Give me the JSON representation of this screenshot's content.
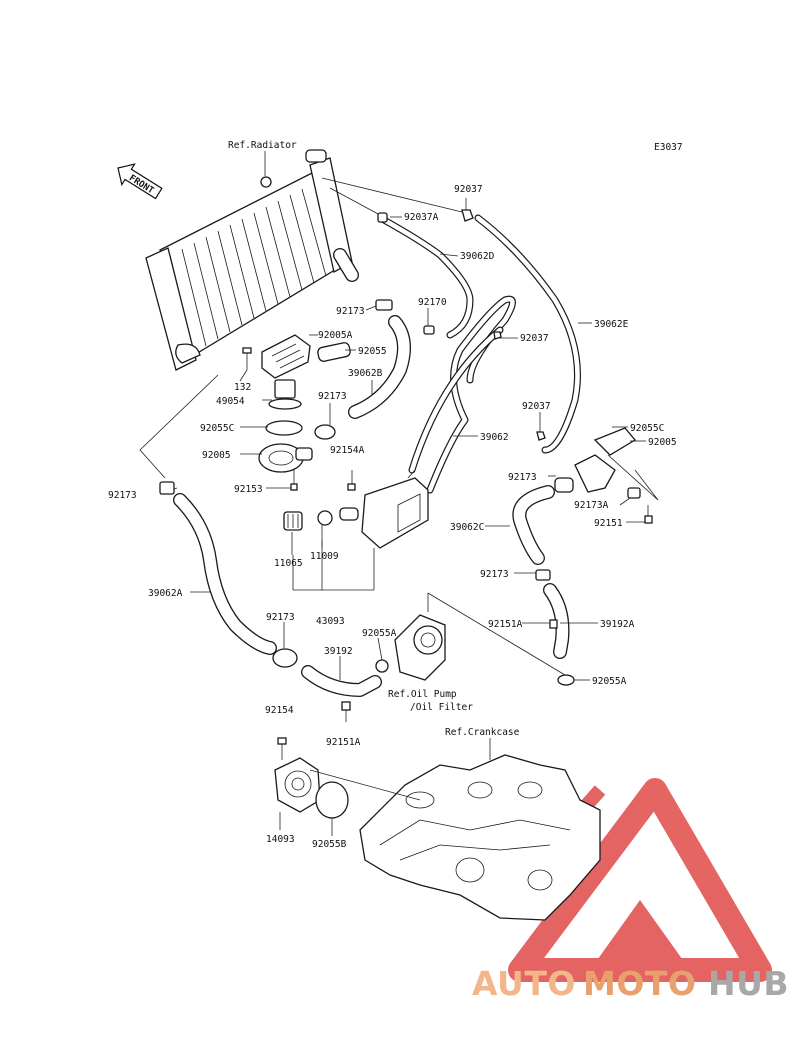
{
  "diagram": {
    "code": "E3037",
    "front_label": "FRONT",
    "refs": {
      "radiator": "Ref.Radiator",
      "oil_pump_1": "Ref.Oil Pump",
      "oil_pump_2": "/Oil Filter",
      "crankcase": "Ref.Crankcase"
    },
    "part_labels": {
      "p92037_top": "92037",
      "p92037A": "92037A",
      "p39062D": "39062D",
      "p92170": "92170",
      "p92173_rad": "92173",
      "p92005A": "92005A",
      "p92055": "92055",
      "p92037_mid": "92037",
      "p39062E": "39062E",
      "p132": "132",
      "p49054": "49054",
      "p39062B": "39062B",
      "p92173_b": "92173",
      "p92055C_left": "92055C",
      "p92037_low": "92037",
      "p39062": "39062",
      "p92055C_right": "92055C",
      "p92005_right": "92005",
      "p92005_left": "92005",
      "p92154A": "92154A",
      "p92153": "92153",
      "p92173_r": "92173",
      "p92173_left": "92173",
      "p92173A": "92173A",
      "p92151": "92151",
      "p39062C": "39062C",
      "p11065": "11065",
      "p11009": "11009",
      "p92173_c": "92173",
      "p39062A": "39062A",
      "p43093": "43093",
      "p92151A_r": "92151A",
      "p39192A": "39192A",
      "p92173_d": "92173",
      "p92055A_top": "92055A",
      "p39192": "39192",
      "p92055A_r": "92055A",
      "p92154": "92154",
      "p92151A_b": "92151A",
      "p14093": "14093",
      "p92055B": "92055B"
    }
  },
  "watermark": {
    "word_part1": "AUTO",
    "word_part2": "MOTO",
    "word_part3": "HUB",
    "color_light": "#f2b68a",
    "color_mid": "#e8a06e",
    "color_dark": "#a8a8a8",
    "triangle_color": "#e04a48"
  }
}
